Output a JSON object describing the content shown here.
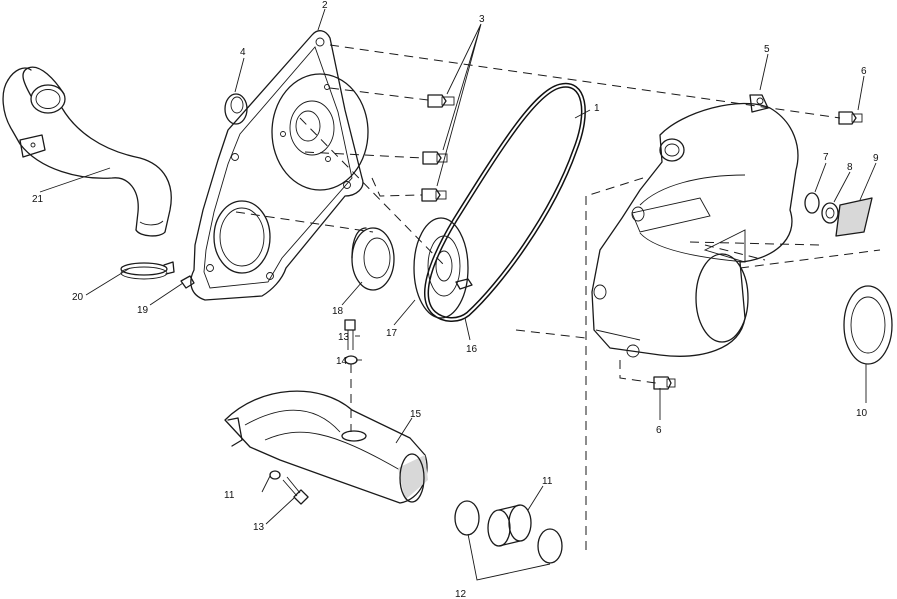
{
  "callouts": [
    {
      "id": "c1",
      "text": "1"
    },
    {
      "id": "c2",
      "text": "2"
    },
    {
      "id": "c3",
      "text": "3"
    },
    {
      "id": "c4",
      "text": "4"
    },
    {
      "id": "c5",
      "text": "5"
    },
    {
      "id": "c6a",
      "text": "6"
    },
    {
      "id": "c6b",
      "text": "6"
    },
    {
      "id": "c7",
      "text": "7"
    },
    {
      "id": "c8",
      "text": "8"
    },
    {
      "id": "c9",
      "text": "9"
    },
    {
      "id": "c10",
      "text": "10"
    },
    {
      "id": "c11",
      "text": "11"
    },
    {
      "id": "c12",
      "text": "12"
    },
    {
      "id": "c13a",
      "text": "13"
    },
    {
      "id": "c13b",
      "text": "13"
    },
    {
      "id": "c14a",
      "text": "14"
    },
    {
      "id": "c14b",
      "text": "11"
    },
    {
      "id": "c15",
      "text": "15"
    },
    {
      "id": "c16",
      "text": "16"
    },
    {
      "id": "c17",
      "text": "17"
    },
    {
      "id": "c18",
      "text": "18"
    },
    {
      "id": "c19",
      "text": "19"
    },
    {
      "id": "c20",
      "text": "20"
    },
    {
      "id": "c21",
      "text": "21"
    }
  ]
}
